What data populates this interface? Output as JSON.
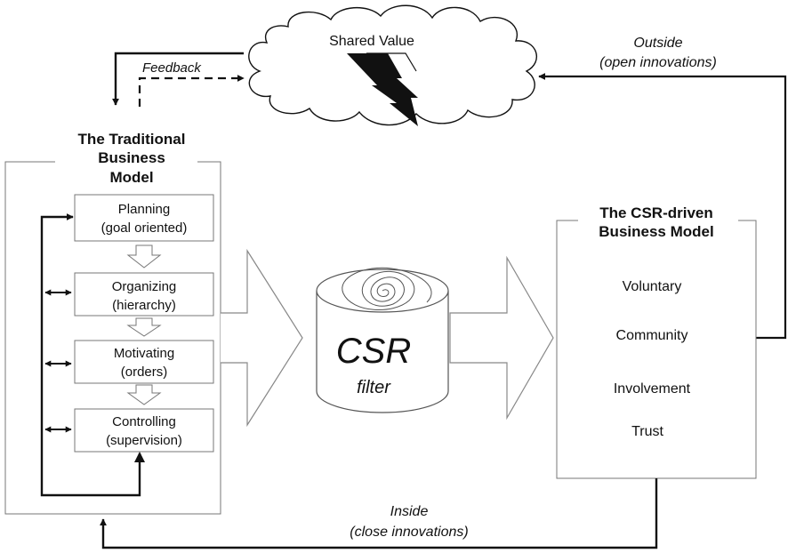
{
  "cloud": {
    "title": "Shared Value"
  },
  "feedback": {
    "label": "Feedback"
  },
  "outside": {
    "line1": "Outside",
    "line2": "(open innovations)"
  },
  "inside": {
    "line1": "Inside",
    "line2": "(close innovations)"
  },
  "traditional": {
    "title_lines": [
      "The Traditional",
      "Business",
      "Model"
    ],
    "steps": [
      {
        "line1": "Planning",
        "line2": "(goal oriented)"
      },
      {
        "line1": "Organizing",
        "line2": "(hierarchy)"
      },
      {
        "line1": "Motivating",
        "line2": "(orders)"
      },
      {
        "line1": "Controlling",
        "line2": "(supervision)"
      }
    ]
  },
  "filter": {
    "big": "CSR",
    "small": "filter"
  },
  "csr_model": {
    "title_lines": [
      "The CSR-driven",
      "Business Model"
    ],
    "items": [
      "Voluntary",
      "Community",
      "Involvement",
      "Trust"
    ]
  },
  "colors": {
    "ink": "#111111",
    "box_border": "#888888",
    "background": "#ffffff"
  }
}
